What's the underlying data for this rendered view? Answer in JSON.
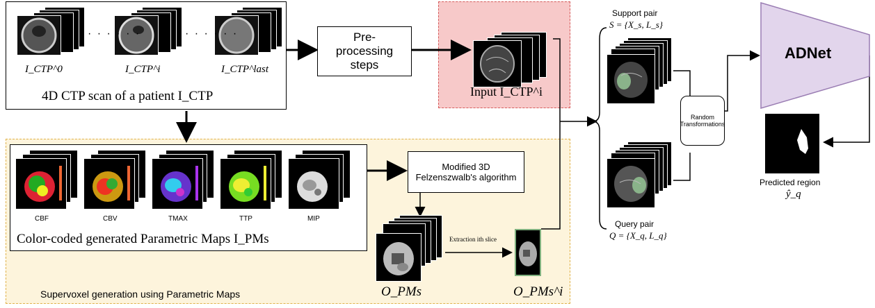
{
  "scan_panel": {
    "caption": "4D CTP scan of a patient I_CTP",
    "frames": [
      {
        "label": "I_CTP^0"
      },
      {
        "label": "I_CTP^i"
      },
      {
        "label": "I_CTP^last"
      }
    ],
    "dots": "· · · · · ·"
  },
  "preprocessing": {
    "label": "Pre-processing steps"
  },
  "input_panel": {
    "caption": "Input I_CTP^i"
  },
  "pm_panel": {
    "caption": "Color-coded generated Parametric Maps I_PMs",
    "maps": [
      {
        "label": "CBF"
      },
      {
        "label": "CBV"
      },
      {
        "label": "TMAX"
      },
      {
        "label": "TTP"
      },
      {
        "label": "MIP"
      }
    ]
  },
  "algorithm": {
    "label_line1": "Modified 3D",
    "label_line2": "Felzenszwalb's algorithm"
  },
  "supervoxel": {
    "region_title": "Supervoxel generation using Parametric Maps",
    "o_pms": "O_PMs",
    "o_pms_i": "O_PMs^i",
    "extraction": "Extraction ith slice"
  },
  "pairs": {
    "support_title": "Support pair",
    "support_formula": "S = {X_s, L_s}",
    "query_title": "Query pair",
    "query_formula": "Q = {X_q, L_q}"
  },
  "transform": {
    "line1": "Random",
    "line2": "Transformations"
  },
  "model": {
    "name": "ADNet"
  },
  "prediction": {
    "title": "Predicted region",
    "symbol": "ŷ_q"
  }
}
